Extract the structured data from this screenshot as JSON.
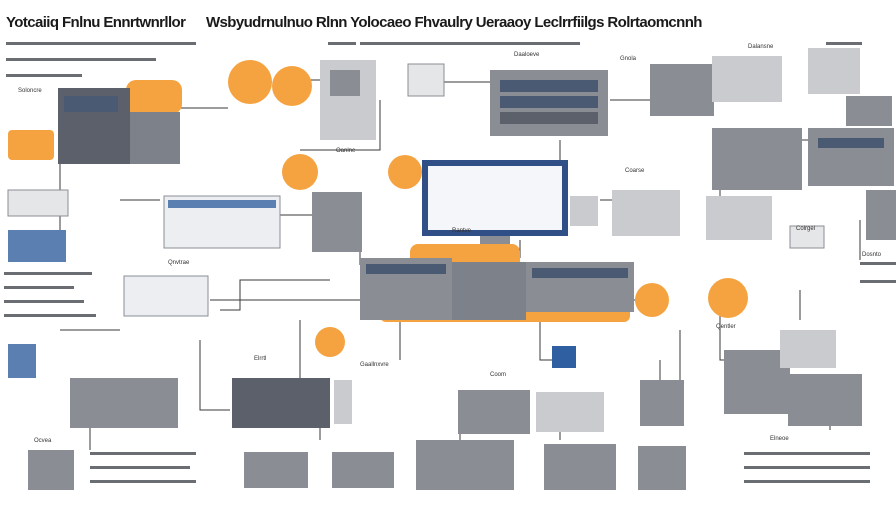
{
  "title": {
    "left": "Yotcaiiq Fnlnu Ennrtwnrllor",
    "right": "Wsbyudrnulnuo Rlnn Yolocaeo Fhvaulry Ueraaoy Leclrrfiilgs Rolrtaomcnnh"
  },
  "colors": {
    "accent": "#f5a340",
    "device": "#8a8d93",
    "device_light": "#c9cbce",
    "screen": "#4a5a72",
    "line": "#3a3a3a",
    "monitor_frame": "#2f4f86"
  },
  "nodes": [
    {
      "id": "n01",
      "label": "Soloncre"
    },
    {
      "id": "n02",
      "label": "Oanlne"
    },
    {
      "id": "n03",
      "label": "Daaloeve"
    },
    {
      "id": "n04",
      "label": "Coarse"
    },
    {
      "id": "n05",
      "label": "Dalansne"
    },
    {
      "id": "n06",
      "label": "Qnvtrae"
    },
    {
      "id": "n07",
      "label": "Gaallnxvre"
    },
    {
      "id": "n08",
      "label": "Ocvea"
    },
    {
      "id": "n09",
      "label": "Elrrtl"
    },
    {
      "id": "n10",
      "label": "Rantve"
    },
    {
      "id": "n11",
      "label": "Coom"
    },
    {
      "id": "n12",
      "label": "Elneoe"
    },
    {
      "id": "n13",
      "label": "Dosnto"
    },
    {
      "id": "n14",
      "label": "Colrgel"
    },
    {
      "id": "n15",
      "label": "Qentler"
    },
    {
      "id": "n16",
      "label": "Gnola"
    }
  ]
}
